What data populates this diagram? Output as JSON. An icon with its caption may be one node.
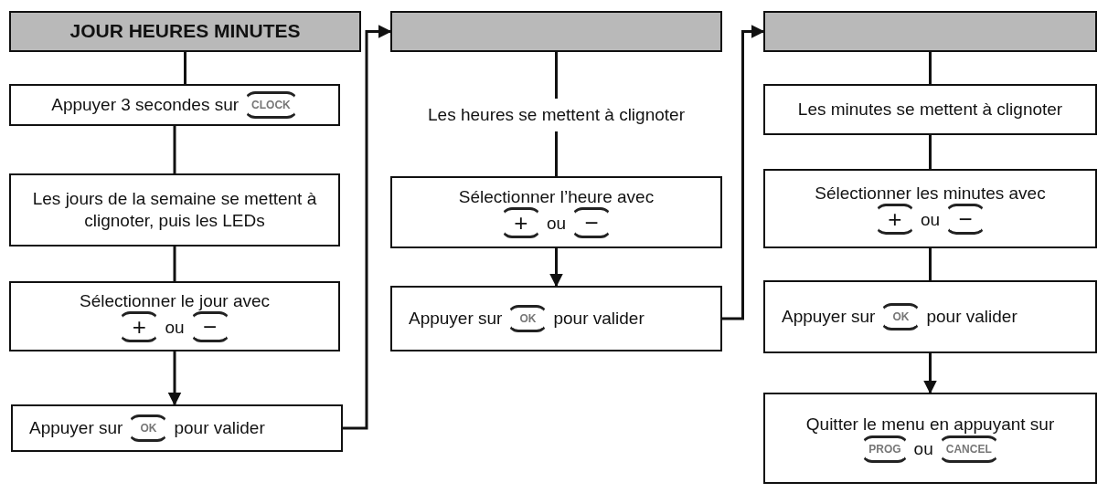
{
  "diagram": {
    "nodes": [
      {
        "text": [
          "JOUR HEURES MINUTES"
        ]
      },
      {
        "text": [
          "Appuyer 3 secondes sur",
          "CLOCK"
        ]
      },
      {
        "text": [
          "Les jours de la semaine se mettent à clignoter, puis les LEDs"
        ]
      },
      {
        "text": [
          "Sélectionner le jour avec",
          "+",
          "ou",
          "−"
        ]
      },
      {
        "text": [
          "Appuyer sur",
          "OK",
          "pour valider"
        ]
      },
      {
        "text": [],
        "shape": "bar"
      },
      {
        "text": [
          "Les heures se mettent à clignoter"
        ]
      },
      {
        "text": [
          "Sélectionner l’heure avec",
          "+",
          "ou",
          "−"
        ]
      },
      {
        "text": [
          "Appuyer sur",
          "OK",
          "pour valider"
        ]
      },
      {
        "text": [],
        "shape": "bar"
      },
      {
        "text": [
          "Les minutes se mettent à clignoter"
        ]
      },
      {
        "text": [
          "Sélectionner les minutes avec",
          "+",
          "ou",
          "−"
        ]
      },
      {
        "text": [
          "Appuyer sur",
          "OK",
          "pour valider"
        ]
      },
      {
        "text": [
          "Quitter le menu en appuyant sur",
          "PROG",
          "ou",
          "CANCEL"
        ]
      }
    ],
    "edges": [
      {
        "from": 0,
        "to": 1,
        "arrow": "none"
      },
      {
        "from": 1,
        "to": 2,
        "arrow": "none"
      },
      {
        "from": 2,
        "to": 3,
        "arrow": "none"
      },
      {
        "from": 3,
        "to": 4,
        "arrow": "to"
      },
      {
        "from": 4,
        "to": 5,
        "arrow": "to"
      },
      {
        "from": 5,
        "to": 6,
        "arrow": "none"
      },
      {
        "from": 6,
        "to": 7,
        "arrow": "none"
      },
      {
        "from": 7,
        "to": 8,
        "arrow": "to"
      },
      {
        "from": 8,
        "to": 9,
        "arrow": "to"
      },
      {
        "from": 9,
        "to": 10,
        "arrow": "none"
      },
      {
        "from": 10,
        "to": 11,
        "arrow": "none"
      },
      {
        "from": 11,
        "to": 12,
        "arrow": "none"
      },
      {
        "from": 12,
        "to": 13,
        "arrow": "to"
      }
    ]
  }
}
